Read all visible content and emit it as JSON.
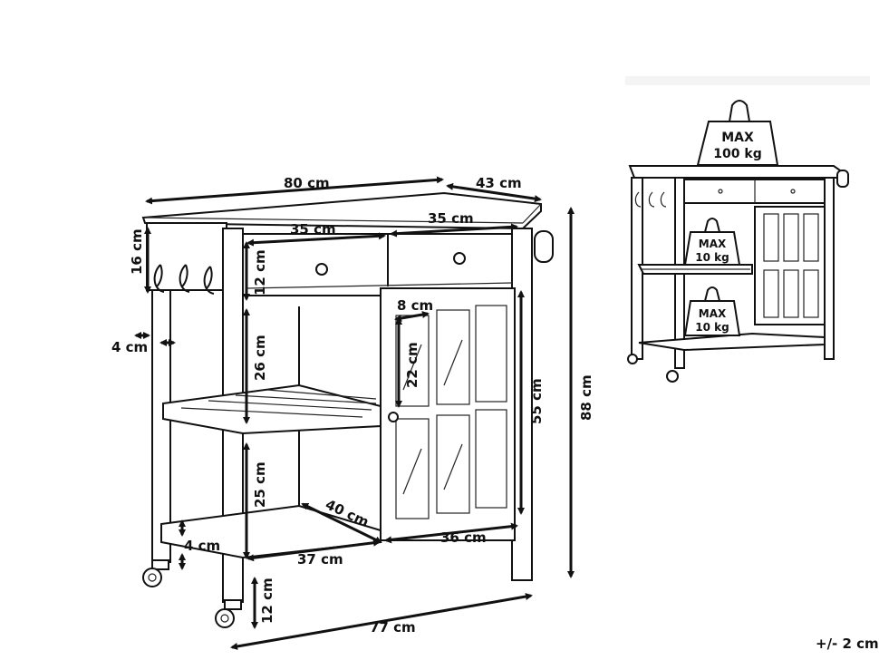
{
  "dimensions": {
    "top_width": "80 cm",
    "top_depth": "43 cm",
    "drawer_left_width": "35 cm",
    "drawer_right_width": "35 cm",
    "hook_rail_height": "16 cm",
    "drawer_height": "12 cm",
    "leg_width": "4 cm",
    "upper_shelf_gap": "26 cm",
    "lower_shelf_gap": "25 cm",
    "pane_width": "8 cm",
    "pane_height": "22 cm",
    "door_height": "55 cm",
    "total_height": "88 cm",
    "shelf_depth": "40 cm",
    "shelf_width": "37 cm",
    "door_width": "36 cm",
    "bottom_rail_height": "4 cm",
    "wheel_height": "12 cm",
    "base_width": "77 cm"
  },
  "load_tags": {
    "top": {
      "line1": "MAX",
      "line2": "100 kg"
    },
    "middle": {
      "line1": "MAX",
      "line2": "10 kg"
    },
    "bottom": {
      "line1": "MAX",
      "line2": "10 kg"
    }
  },
  "tolerance": "+/- 2 cm"
}
